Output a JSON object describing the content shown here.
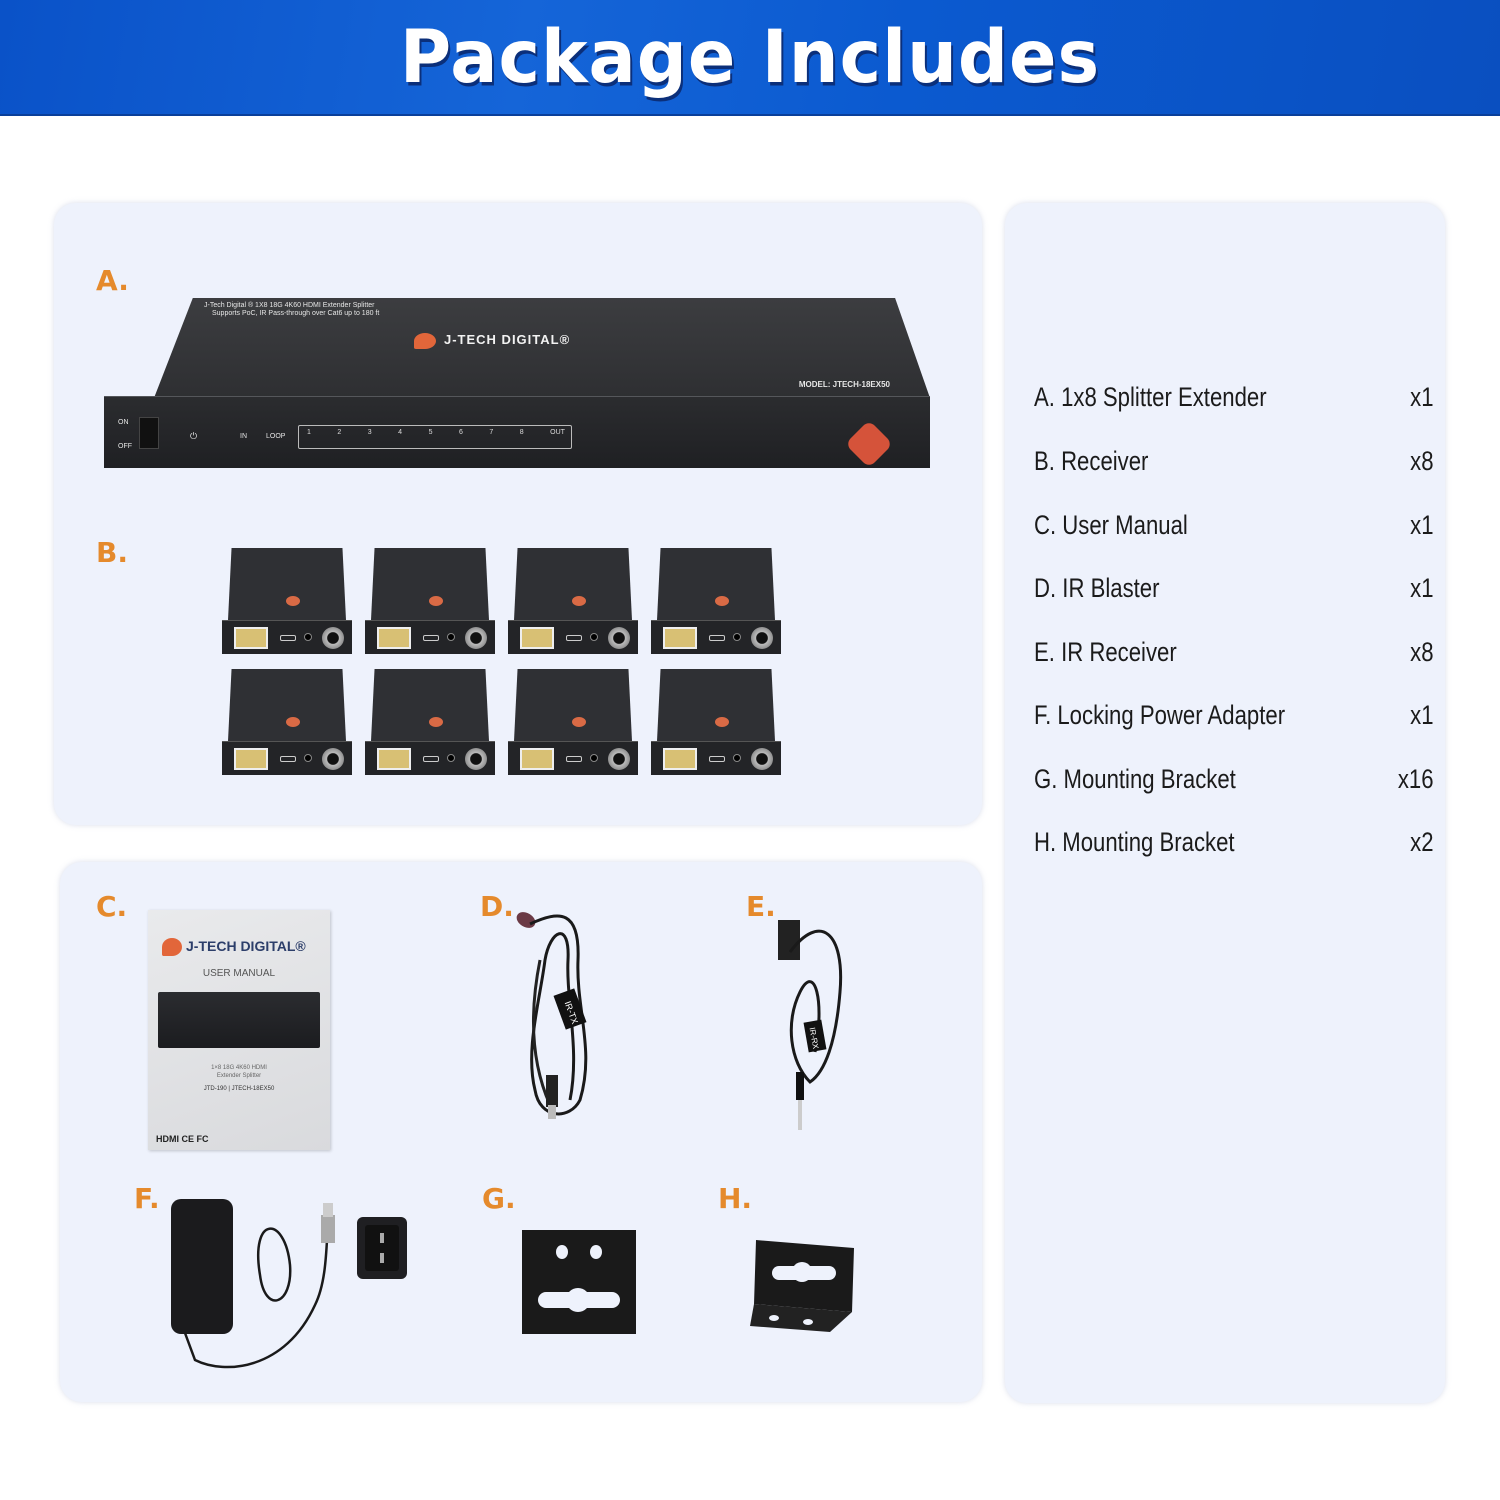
{
  "header": {
    "title": "Package Includes"
  },
  "colors": {
    "banner": "#0b5ad0",
    "label_accent": "#e58a2c",
    "panel_bg": "#eef2fc"
  },
  "sections": {
    "a": {
      "label": "A."
    },
    "b": {
      "label": "B."
    },
    "c": {
      "label": "C."
    },
    "d": {
      "label": "D."
    },
    "e": {
      "label": "E."
    },
    "f": {
      "label": "F."
    },
    "g": {
      "label": "G."
    },
    "h": {
      "label": "H."
    }
  },
  "splitter": {
    "top_line1": "J-Tech Digital ® 1X8 18G 4K60 HDMI Extender Splitter",
    "top_line2": "Supports PoC, IR Pass-through over Cat6 up to 180 ft",
    "brand": "J-TECH DIGITAL®",
    "model": "MODEL: JTECH-18EX50",
    "switch_on": "ON",
    "switch_off": "OFF",
    "power": "⏻",
    "in": "IN",
    "loop": "LOOP",
    "ports": [
      "1",
      "2",
      "3",
      "4",
      "5",
      "6",
      "7",
      "8",
      "OUT"
    ]
  },
  "receivers": {
    "count": 8
  },
  "manual": {
    "brand": "J-TECH DIGITAL®",
    "title": "USER MANUAL",
    "subtitle_1": "1×8 18G 4K60 HDMI",
    "subtitle_2": "Extender Splitter",
    "model": "JTD-190 | JTECH-18EX50",
    "logos": "HDMI  CE FC"
  },
  "cables": {
    "d_tag": "IR-TX",
    "e_tag": "IR-RX"
  },
  "items": [
    {
      "name": "A. 1x8 Splitter Extender",
      "qty": "x1"
    },
    {
      "name": "B. Receiver",
      "qty": "x8"
    },
    {
      "name": "C. User Manual",
      "qty": "x1"
    },
    {
      "name": "D. IR Blaster",
      "qty": "x1"
    },
    {
      "name": "E. IR Receiver",
      "qty": "x8"
    },
    {
      "name": "F. Locking Power Adapter",
      "qty": "x1"
    },
    {
      "name": "G. Mounting Bracket",
      "qty": "x16"
    },
    {
      "name": "H. Mounting Bracket",
      "qty": "x2"
    }
  ]
}
